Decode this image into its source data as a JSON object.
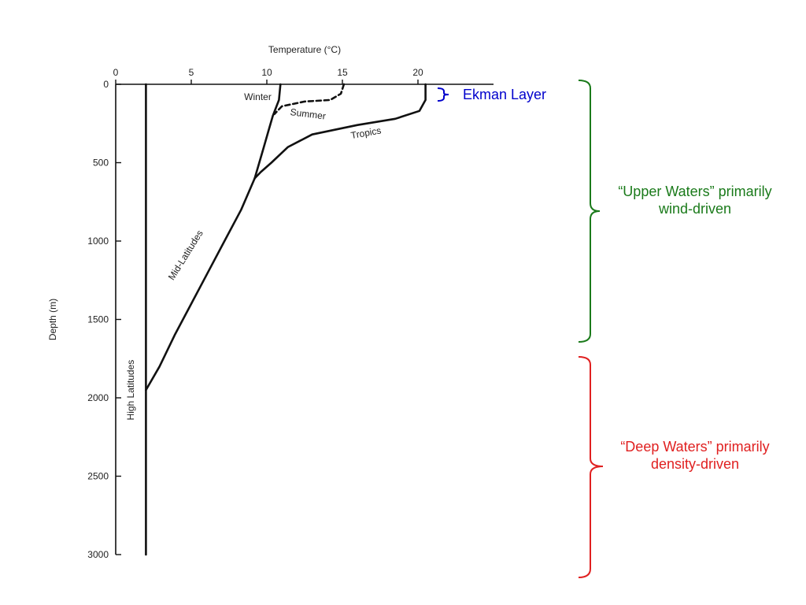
{
  "chart_data": {
    "type": "line",
    "title": "",
    "xlabel": "Temperature (°C)",
    "ylabel": "Depth (m)",
    "xlim": [
      0,
      25
    ],
    "ylim": [
      0,
      3000
    ],
    "y_inverted": true,
    "x_axis_position": "top",
    "grid": false,
    "x_ticks": [
      0,
      5,
      10,
      15,
      20
    ],
    "y_ticks": [
      0,
      500,
      1000,
      1500,
      2000,
      2500,
      3000
    ],
    "series": [
      {
        "name": "High Latitudes",
        "style": "solid",
        "points": [
          [
            2,
            0
          ],
          [
            2,
            3000
          ]
        ]
      },
      {
        "name": "Mid-Latitudes",
        "style": "solid",
        "points": [
          [
            9.2,
            600
          ],
          [
            8.3,
            800
          ],
          [
            7.2,
            1000
          ],
          [
            6.1,
            1200
          ],
          [
            5,
            1400
          ],
          [
            3.9,
            1600
          ],
          [
            2.9,
            1800
          ],
          [
            2,
            1950
          ]
        ]
      },
      {
        "name": "Winter",
        "style": "solid",
        "points": [
          [
            10.9,
            0
          ],
          [
            10.8,
            100
          ],
          [
            10.4,
            200
          ],
          [
            10.1,
            300
          ],
          [
            9.8,
            400
          ],
          [
            9.5,
            500
          ],
          [
            9.2,
            600
          ]
        ]
      },
      {
        "name": "Summer",
        "style": "dashed",
        "points": [
          [
            15.1,
            0
          ],
          [
            14.9,
            60
          ],
          [
            14.2,
            100
          ],
          [
            12.5,
            110
          ],
          [
            11,
            140
          ],
          [
            10.5,
            190
          ]
        ]
      },
      {
        "name": "Tropics",
        "style": "solid",
        "points": [
          [
            20.5,
            0
          ],
          [
            20.5,
            100
          ],
          [
            20.1,
            170
          ],
          [
            18.5,
            220
          ],
          [
            16,
            260
          ],
          [
            13,
            320
          ],
          [
            11.4,
            400
          ],
          [
            10.3,
            500
          ],
          [
            9.6,
            560
          ],
          [
            9.2,
            600
          ]
        ]
      }
    ],
    "curve_labels": [
      {
        "text": "Winter",
        "x": 9.4,
        "y": 100,
        "rotate": 0
      },
      {
        "text": "Summer",
        "x": 12.7,
        "y": 210,
        "rotate": 7
      },
      {
        "text": "Tropics",
        "x": 16.6,
        "y": 330,
        "rotate": -10
      },
      {
        "text": "Mid-Latitudes",
        "x": 4.8,
        "y": 1100,
        "rotate": -58
      },
      {
        "text": "High Latitudes",
        "x": 1.2,
        "y": 1950,
        "rotate": -90
      }
    ],
    "annotations": [
      {
        "text": "Ekman Layer",
        "color": "#0000cc",
        "depth_range": [
          0,
          100
        ]
      },
      {
        "text": "“Upper Waters” primarily wind-driven",
        "color": "#1a7a1a",
        "depth_range": [
          0,
          1750
        ]
      },
      {
        "text": "“Deep Waters” primarily density-driven",
        "color": "#e02020",
        "depth_range": [
          1750,
          3000
        ]
      }
    ]
  },
  "annotations": {
    "ekman": "Ekman Layer",
    "upper_line1": "“Upper Waters” primarily",
    "upper_line2": "wind-driven",
    "deep_line1": "“Deep Waters” primarily",
    "deep_line2": "density-driven",
    "colors": {
      "ekman": "#0000cc",
      "upper": "#1a7a1a",
      "deep": "#e02020"
    }
  }
}
